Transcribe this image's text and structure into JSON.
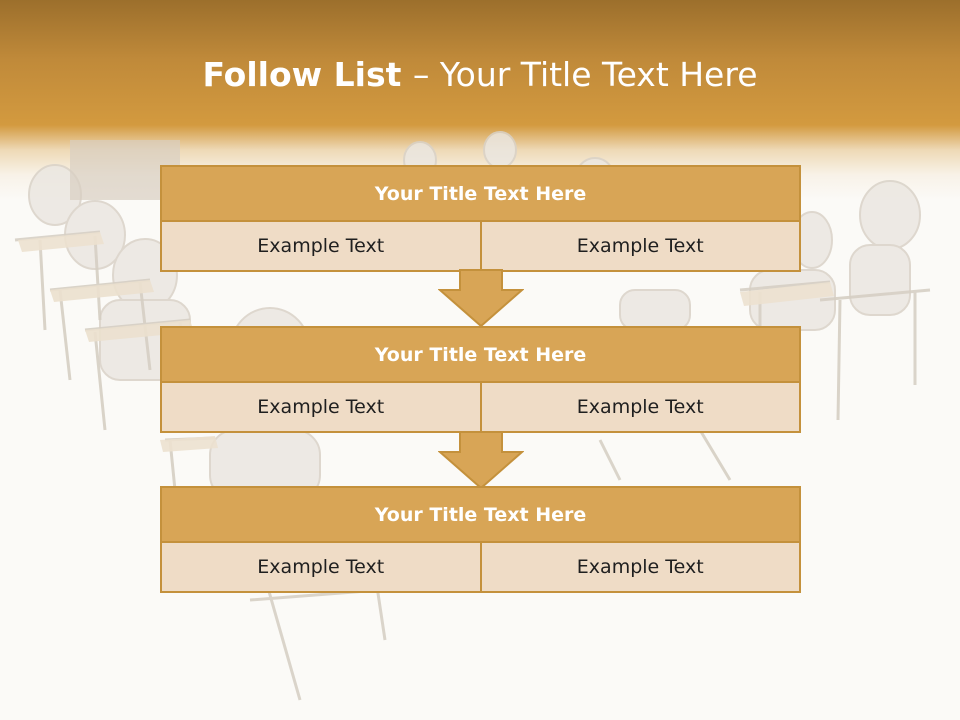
{
  "title": {
    "bold": "Follow List ",
    "rest": " – Your Title Text Here"
  },
  "blocks": [
    {
      "heading": "Your Title Text Here",
      "left": "Example Text",
      "right": "Example Text"
    },
    {
      "heading": "Your Title Text Here",
      "left": "Example Text",
      "right": "Example Text"
    },
    {
      "heading": "Your Title Text Here",
      "left": "Example Text",
      "right": "Example Text"
    }
  ],
  "colors": {
    "accent": "#d8a556",
    "border": "#c4913c",
    "cell": "#efdcc6",
    "band": "#c08a3a"
  }
}
